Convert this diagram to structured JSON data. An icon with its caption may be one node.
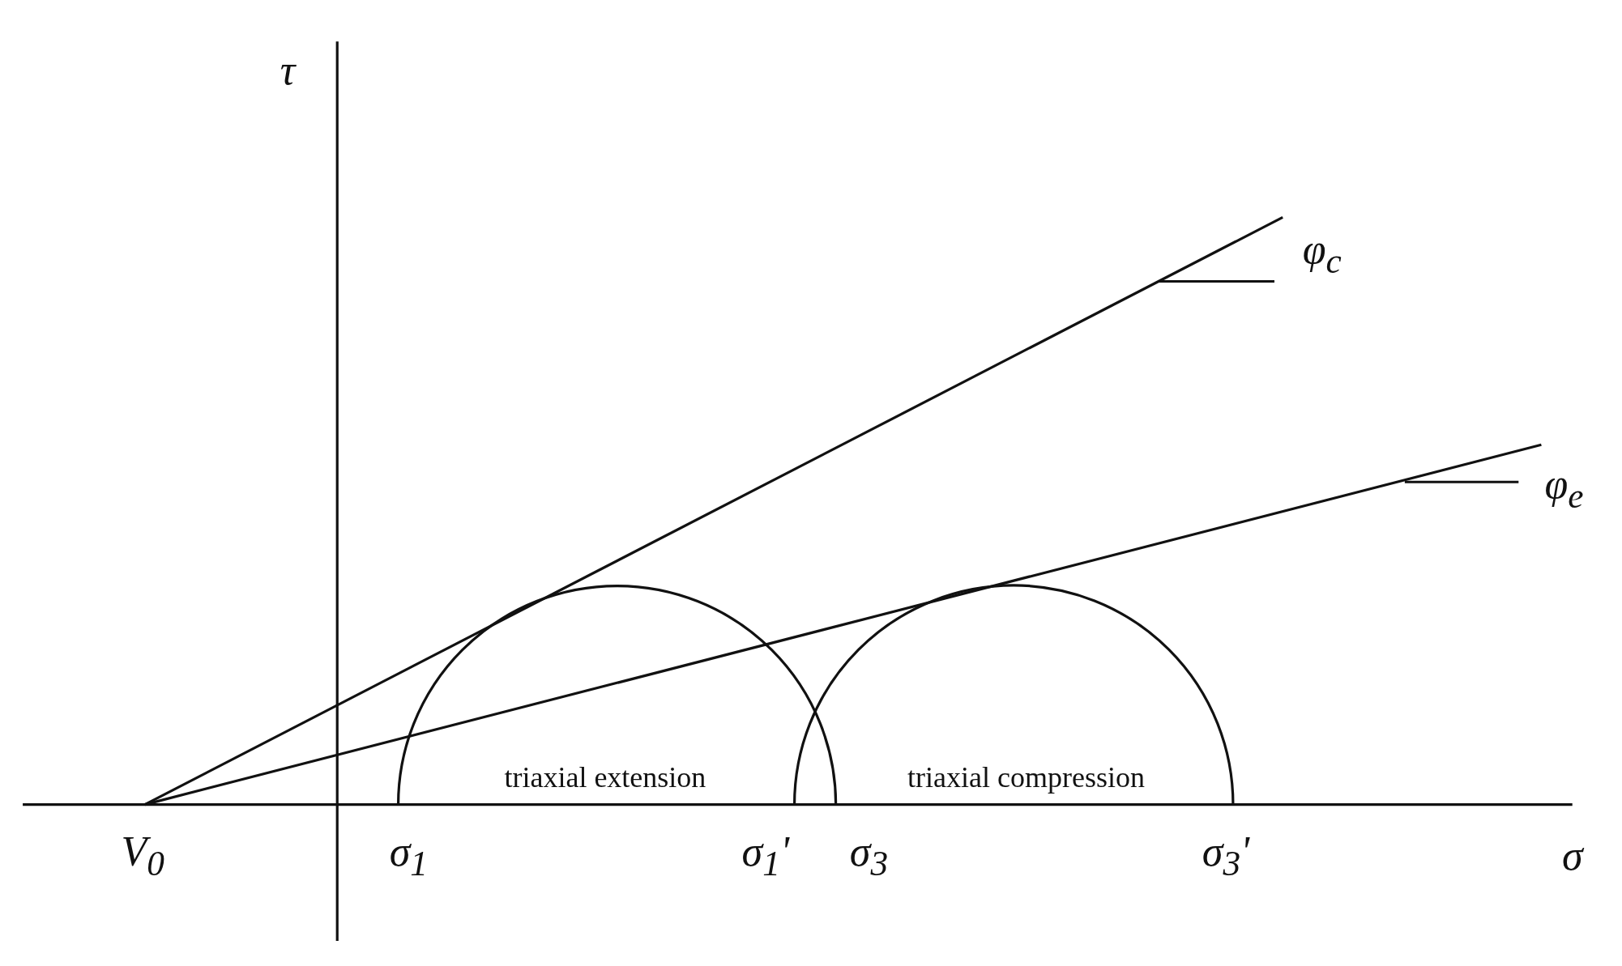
{
  "diagram": {
    "labels": [
      "τ",
      "φ$_{c}$",
      "φ$_{e}$",
      "triaxial extension",
      "triaxial compression",
      "V$_{0}$",
      "σ$_{1}$",
      "σ$_{1}$'",
      "σ$_{3}$",
      "σ$_{3}$'",
      "σ"
    ]
  }
}
